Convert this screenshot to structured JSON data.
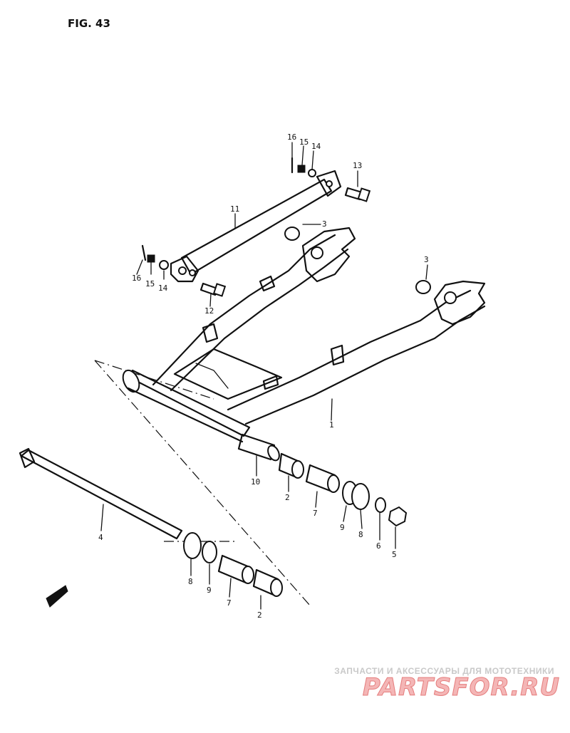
{
  "figure": {
    "title": "FIG. 43"
  },
  "callouts": [
    {
      "id": "c16a",
      "label": "16"
    },
    {
      "id": "c15a",
      "label": "15"
    },
    {
      "id": "c14a",
      "label": "14"
    },
    {
      "id": "c13",
      "label": "13"
    },
    {
      "id": "c11",
      "label": "11"
    },
    {
      "id": "c3a",
      "label": "3"
    },
    {
      "id": "c16b",
      "label": "16"
    },
    {
      "id": "c15b",
      "label": "15"
    },
    {
      "id": "c14b",
      "label": "14"
    },
    {
      "id": "c12",
      "label": "12"
    },
    {
      "id": "c3b",
      "label": "3"
    },
    {
      "id": "c1",
      "label": "1"
    },
    {
      "id": "c10",
      "label": "10"
    },
    {
      "id": "c2a",
      "label": "2"
    },
    {
      "id": "c7a",
      "label": "7"
    },
    {
      "id": "c9a",
      "label": "9"
    },
    {
      "id": "c8a",
      "label": "8"
    },
    {
      "id": "c6",
      "label": "6"
    },
    {
      "id": "c5",
      "label": "5"
    },
    {
      "id": "c4",
      "label": "4"
    },
    {
      "id": "c8b",
      "label": "8"
    },
    {
      "id": "c9b",
      "label": "9"
    },
    {
      "id": "c7b",
      "label": "7"
    },
    {
      "id": "c2b",
      "label": "2"
    }
  ],
  "watermark": {
    "tagline": "ЗАПЧАСТИ И АКСЕССУАРЫ ДЛЯ МОТОТЕХНИКИ",
    "logo": "PARTSFOR.RU"
  },
  "colors": {
    "ink": "#111111",
    "watermark_red": "#e57d7d",
    "watermark_gray": "#c9c9c9"
  }
}
